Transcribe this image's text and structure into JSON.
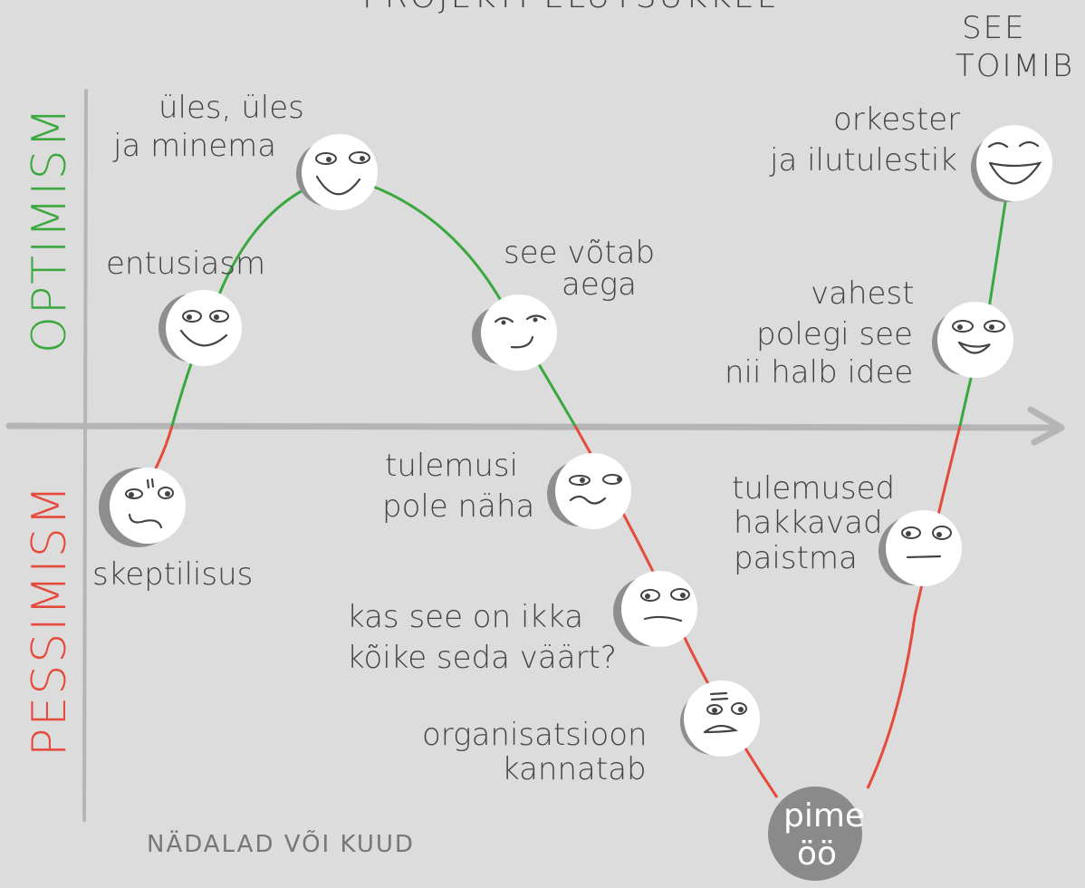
{
  "title": "PROJEKTI ELUTSÜKKEL",
  "corner_label": [
    "SEE",
    "TOIMIB"
  ],
  "axis": {
    "optimism": "OPTIMISM",
    "pessimism": "PESSIMISM",
    "time": "NÄDALAD VÕI KUUD"
  },
  "colors": {
    "optimism": "#3aa83f",
    "pessimism": "#e64a3b",
    "axis": "#b5b5b5",
    "background": "#dcdcdc"
  },
  "stages": [
    {
      "id": "skeptilisus",
      "lines": [
        "skeptilisus"
      ],
      "mood": "skeptical"
    },
    {
      "id": "entusiasm",
      "lines": [
        "entusiasm"
      ],
      "mood": "smile"
    },
    {
      "id": "ules",
      "lines": [
        "üles, üles",
        "ja minema"
      ],
      "mood": "big-smile"
    },
    {
      "id": "see-votab-aega",
      "lines": [
        "see võtab",
        "aega"
      ],
      "mood": "smirk"
    },
    {
      "id": "tulemusi-pole-naha",
      "lines": [
        "tulemusi",
        "pole näha"
      ],
      "mood": "wavy"
    },
    {
      "id": "kas-see-on-ikka",
      "lines": [
        "kas see on ikka",
        "kõike seda väärt?"
      ],
      "mood": "doubt"
    },
    {
      "id": "organisatsioon-kannatab",
      "lines": [
        "organisatsioon",
        "kannatab"
      ],
      "mood": "sad"
    },
    {
      "id": "pime-oo",
      "lines": [
        "pime",
        "öö"
      ],
      "mood": "dark"
    },
    {
      "id": "tulemused-hakkavad-paistma",
      "lines": [
        "tulemused",
        "hakkavad",
        "paistma"
      ],
      "mood": "neutral"
    },
    {
      "id": "vahest-polegi",
      "lines": [
        "vahest",
        "polegi see",
        "nii halb idee"
      ],
      "mood": "grin"
    },
    {
      "id": "orkester",
      "lines": [
        "orkester",
        "ja ilutulestik"
      ],
      "mood": "laugh"
    }
  ]
}
